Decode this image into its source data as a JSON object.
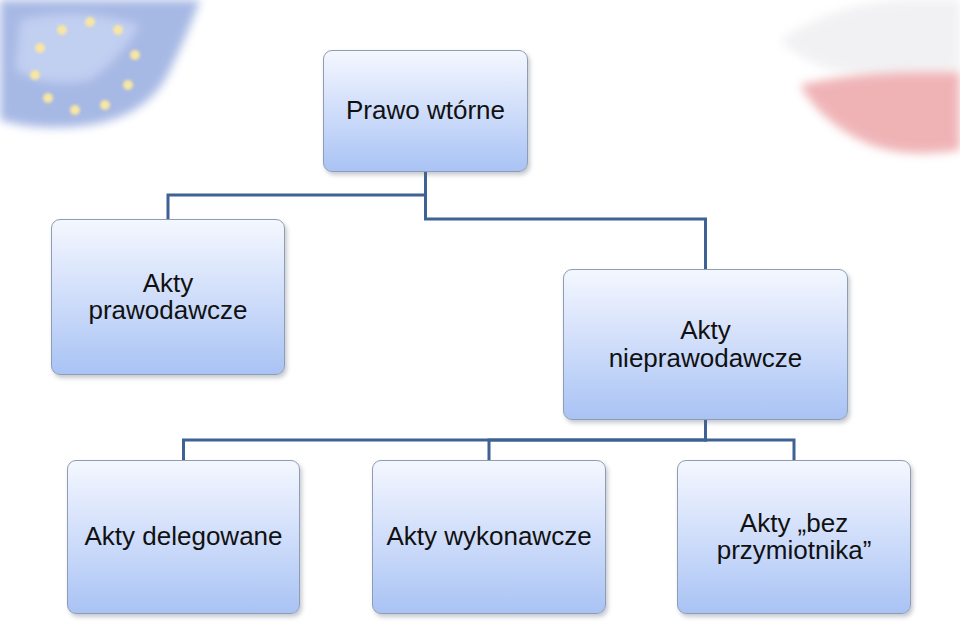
{
  "diagram": {
    "nodes": [
      {
        "text": [
          "Prawo wtórne"
        ]
      },
      {
        "text": [
          "Akty prawodawcze"
        ]
      },
      {
        "text": [
          "Akty nieprawodawcze"
        ]
      },
      {
        "text": [
          "Akty delegowane"
        ]
      },
      {
        "text": [
          "Akty wykonawcze"
        ]
      },
      {
        "text": [
          "Akty „bez przymiotnika”"
        ]
      }
    ],
    "edges": [
      {
        "from": 0,
        "to": 1,
        "arrow": "none"
      },
      {
        "from": 0,
        "to": 2,
        "arrow": "none"
      },
      {
        "from": 2,
        "to": 3,
        "arrow": "none"
      },
      {
        "from": 2,
        "to": 4,
        "arrow": "none"
      },
      {
        "from": 2,
        "to": 5,
        "arrow": "none"
      }
    ]
  }
}
